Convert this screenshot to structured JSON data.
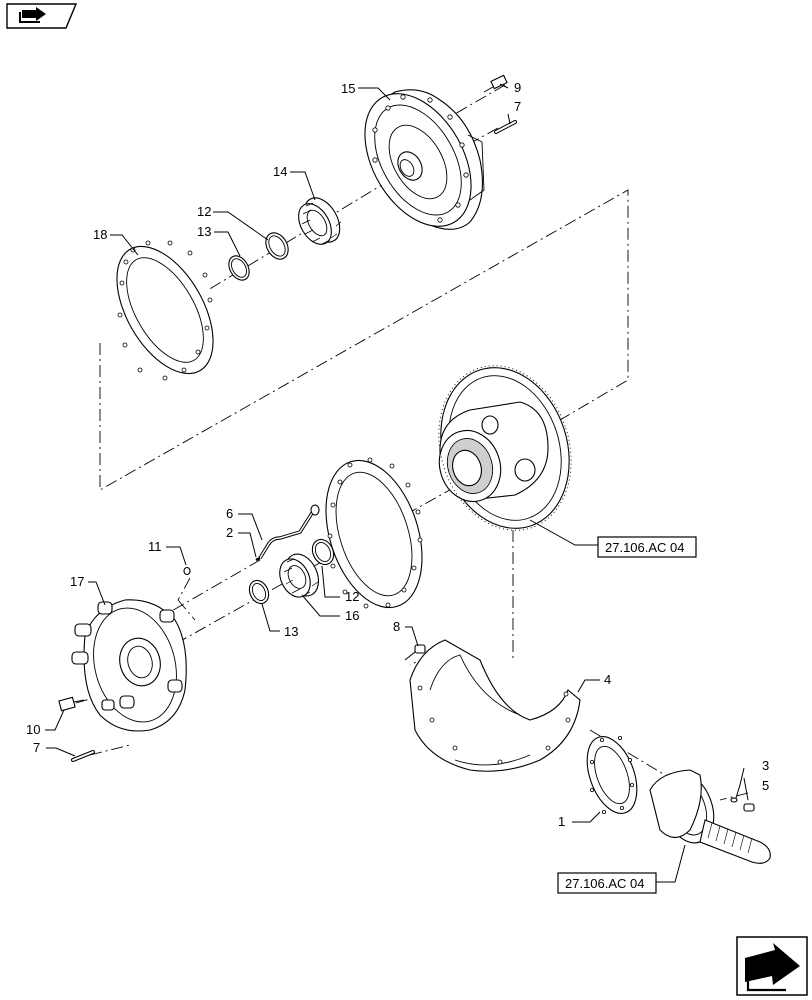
{
  "callouts": {
    "c1": "1",
    "c2": "2",
    "c3": "3",
    "c4": "4",
    "c5": "5",
    "c6": "6",
    "c7a": "7",
    "c7b": "7",
    "c8": "8",
    "c9": "9",
    "c10": "10",
    "c11": "11",
    "c12a": "12",
    "c12b": "12",
    "c13a": "13",
    "c13b": "13",
    "c14": "14",
    "c15": "15",
    "c16": "16",
    "c17": "17",
    "c18": "18"
  },
  "references": {
    "ref_top": "27.106.AC 04",
    "ref_bottom": "27.106.AC 04"
  },
  "icons": {
    "top_left": "book-arrow-icon",
    "bottom_right": "next-page-arrow-icon"
  }
}
